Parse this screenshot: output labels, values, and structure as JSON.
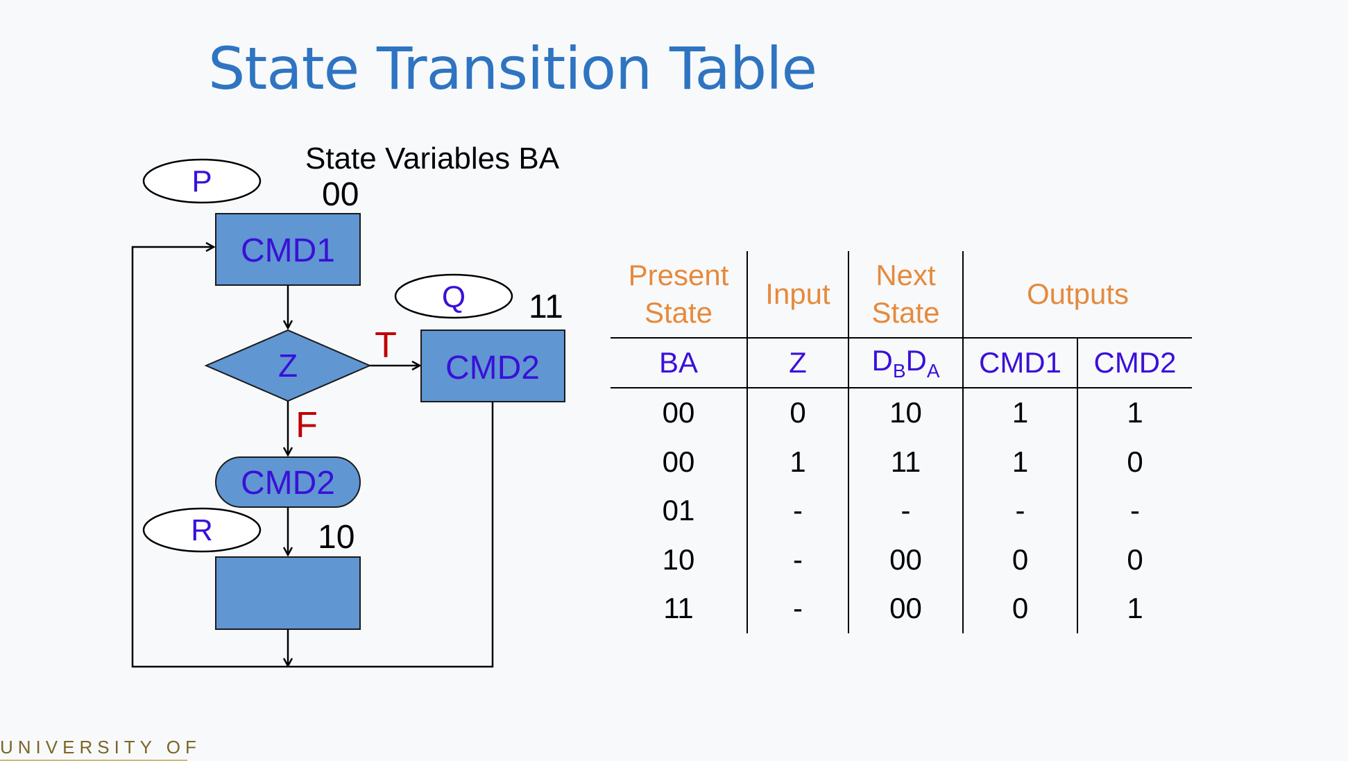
{
  "slide": {
    "title": "State Transition Table",
    "footer": "UNIVERSITY OF"
  },
  "diagram": {
    "state_vars_label": "State Variables BA",
    "states": [
      {
        "label": "P",
        "code": "00"
      },
      {
        "label": "Q",
        "code": "11"
      },
      {
        "label": "R",
        "code": "10"
      }
    ],
    "boxes": {
      "cmd1": "CMD1",
      "decision": "Z",
      "true_box": "CMD2",
      "conditional_output": "CMD2"
    },
    "branch_true": "T",
    "branch_false": "F"
  },
  "table": {
    "headers": {
      "present_state": "Present State",
      "input": "Input",
      "next_state": "Next State",
      "outputs": "Outputs"
    },
    "subheaders": {
      "ba": "BA",
      "z": "Z",
      "d_b": "D",
      "d_b_sub": "B",
      "d_a": "D",
      "d_a_sub": "A",
      "cmd1": "CMD1",
      "cmd2": "CMD2"
    },
    "rows": [
      [
        "00",
        "0",
        "10",
        "1",
        "1"
      ],
      [
        "00",
        "1",
        "11",
        "1",
        "0"
      ],
      [
        "01",
        "-",
        "-",
        "-",
        "-"
      ],
      [
        "10",
        "-",
        "00",
        "0",
        "0"
      ],
      [
        "11",
        "-",
        "00",
        "0",
        "1"
      ]
    ]
  },
  "colors": {
    "title": "#2e74c1",
    "box_fill": "#6096d2",
    "state_label": "#3a10d8",
    "branch_true": "#c00000",
    "table_header": "#e58a3c"
  }
}
